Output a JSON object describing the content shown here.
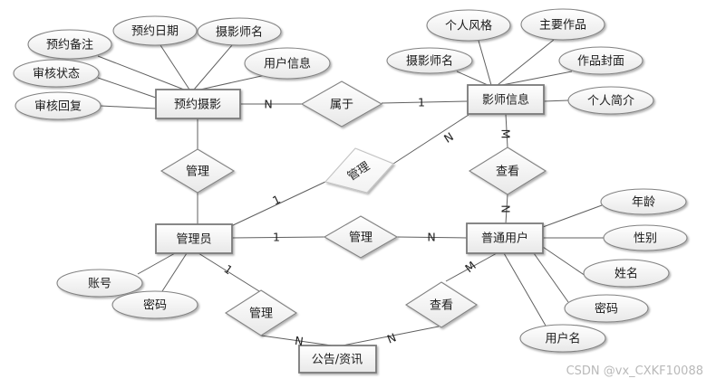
{
  "diagram_type": "entity-relationship-diagram",
  "colors": {
    "background": "#ffffff",
    "shape_fill_top": "#ffffff",
    "shape_fill_bottom": "#e8e8e8",
    "shape_stroke": "#7a7a7a",
    "connector": "#5f5f5f",
    "text": "#1a1a1a",
    "watermark": "#b9b9b9"
  },
  "entities": [
    {
      "label": "预约摄影"
    },
    {
      "label": "影师信息"
    },
    {
      "label": "管理员"
    },
    {
      "label": "普通用户"
    },
    {
      "label": "公告/资讯"
    }
  ],
  "attributes": [
    {
      "label": "预约备注",
      "entity": "预约摄影"
    },
    {
      "label": "预约日期",
      "entity": "预约摄影"
    },
    {
      "label": "摄影师名",
      "entity": "预约摄影"
    },
    {
      "label": "用户信息",
      "entity": "预约摄影"
    },
    {
      "label": "审核状态",
      "entity": "预约摄影"
    },
    {
      "label": "审核回复",
      "entity": "预约摄影"
    },
    {
      "label": "个人风格",
      "entity": "影师信息"
    },
    {
      "label": "主要作品",
      "entity": "影师信息"
    },
    {
      "label": "摄影师名",
      "entity": "影师信息"
    },
    {
      "label": "作品封面",
      "entity": "影师信息"
    },
    {
      "label": "个人简介",
      "entity": "影师信息"
    },
    {
      "label": "账号",
      "entity": "管理员"
    },
    {
      "label": "密码",
      "entity": "管理员"
    },
    {
      "label": "年龄",
      "entity": "普通用户"
    },
    {
      "label": "性别",
      "entity": "普通用户"
    },
    {
      "label": "姓名",
      "entity": "普通用户"
    },
    {
      "label": "密码",
      "entity": "普通用户"
    },
    {
      "label": "用户名",
      "entity": "普通用户"
    }
  ],
  "relationships": [
    {
      "label": "属于",
      "from": "预约摄影",
      "from_card": "N",
      "to": "影师信息",
      "to_card": "1"
    },
    {
      "label": "管理",
      "from": "管理员",
      "to": "预约摄影"
    },
    {
      "label": "管理",
      "from": "管理员",
      "from_card": "1",
      "to": "影师信息",
      "to_card": "N"
    },
    {
      "label": "查看",
      "from": "影师信息",
      "from_card": "M",
      "to": "普通用户",
      "to_card": "N"
    },
    {
      "label": "管理",
      "from": "管理员",
      "from_card": "1",
      "to": "普通用户",
      "to_card": "N"
    },
    {
      "label": "管理",
      "from": "管理员",
      "from_card": "1",
      "to": "公告/资讯",
      "to_card": "N"
    },
    {
      "label": "查看",
      "from": "普通用户",
      "from_card": "M",
      "to": "公告/资讯",
      "to_card": "N"
    }
  ],
  "watermark": {
    "text": "CSDN @vx_CXKF10088"
  }
}
